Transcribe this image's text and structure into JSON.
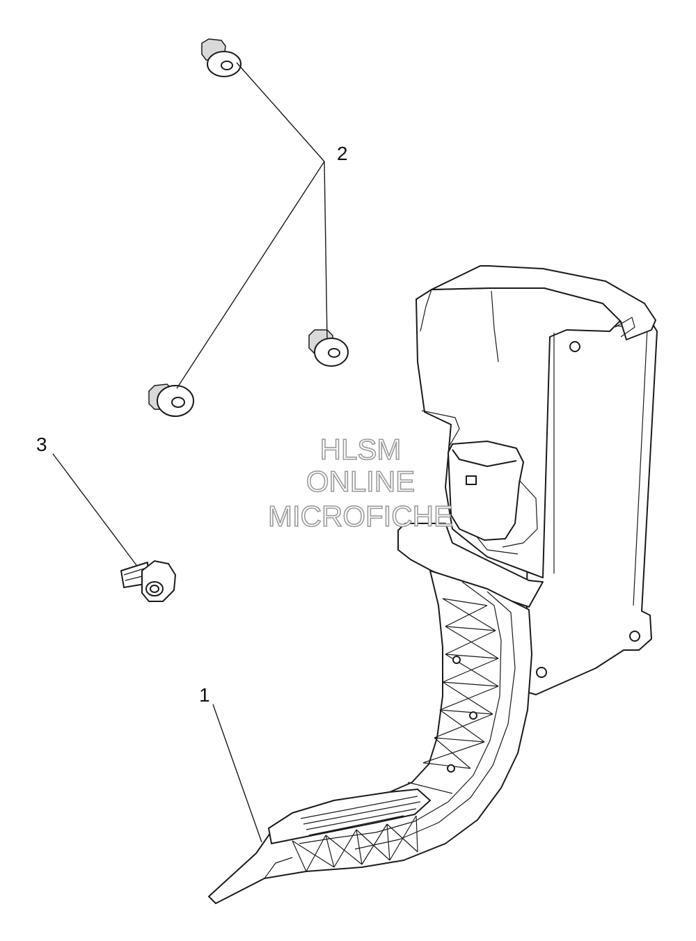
{
  "callouts": {
    "c1": "1",
    "c2": "2",
    "c3": "3"
  },
  "watermark": {
    "line1": "HLSM",
    "line2": "ONLINE",
    "line3": "MICROFICHE"
  },
  "colors": {
    "line": "#1a1a1a",
    "background": "#ffffff",
    "watermark": "#9a9a9a"
  }
}
